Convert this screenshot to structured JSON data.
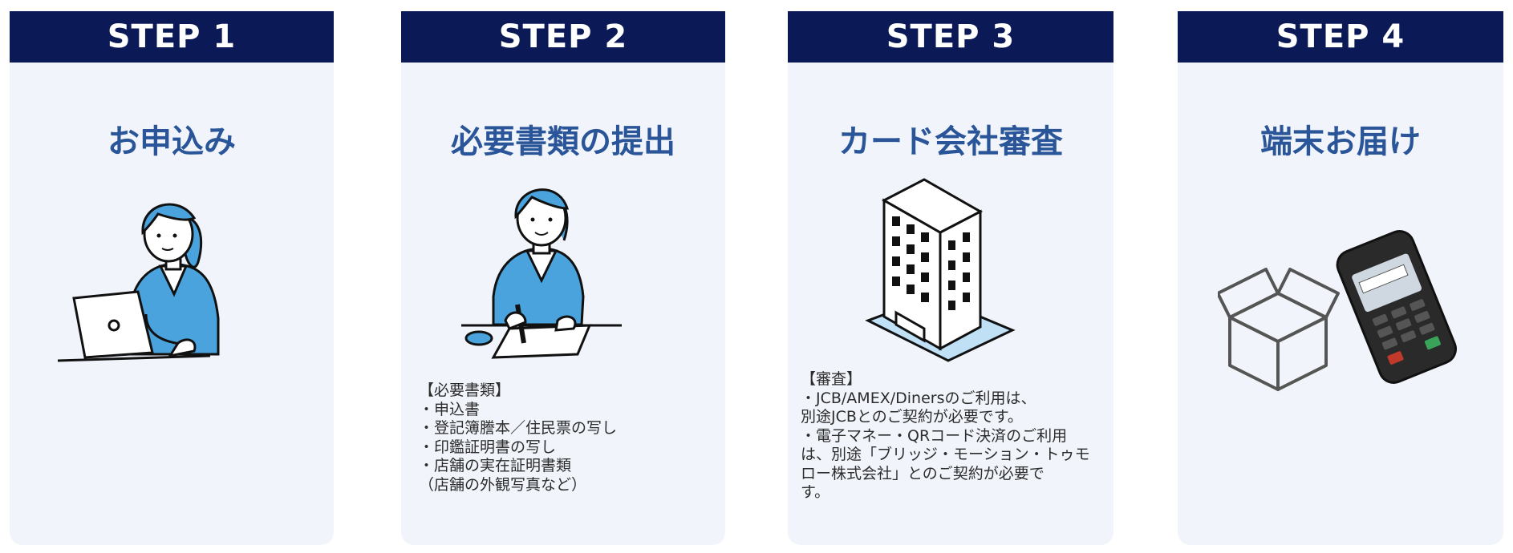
{
  "steps": [
    {
      "label": "STEP 1",
      "title": "お申込み",
      "illustration_icon": "woman-laptop-icon"
    },
    {
      "label": "STEP 2",
      "title": "必要書類の提出",
      "illustration_icon": "woman-signing-document-icon",
      "note_title": "【必要書類】",
      "note_body": "・申込書\n・登記簿謄本／住民票の写し\n・印鑑証明書の写し\n・店舗の実在証明書類\n（店舗の外観写真など）"
    },
    {
      "label": "STEP 3",
      "title": "カード会社審査",
      "illustration_icon": "office-building-icon",
      "note_title": "【審査】",
      "note_body": "・JCB/AMEX/Dinersのご利用は、\n別途JCBとのご契約が必要です。\n・電子マネー・QRコード決済のご利用\nは、別途「ブリッジ・モーション・トゥモ\nロー株式会社」とのご契約が必要で\nす。"
    },
    {
      "label": "STEP 4",
      "title": "端末お届け",
      "illustration_icon": "box-and-payment-terminal-icon"
    }
  ],
  "colors": {
    "header_bg": "#0b1a57",
    "title": "#2a5599",
    "card_bg": "#f1f5fb",
    "accent_blue": "#4aa3dc"
  }
}
